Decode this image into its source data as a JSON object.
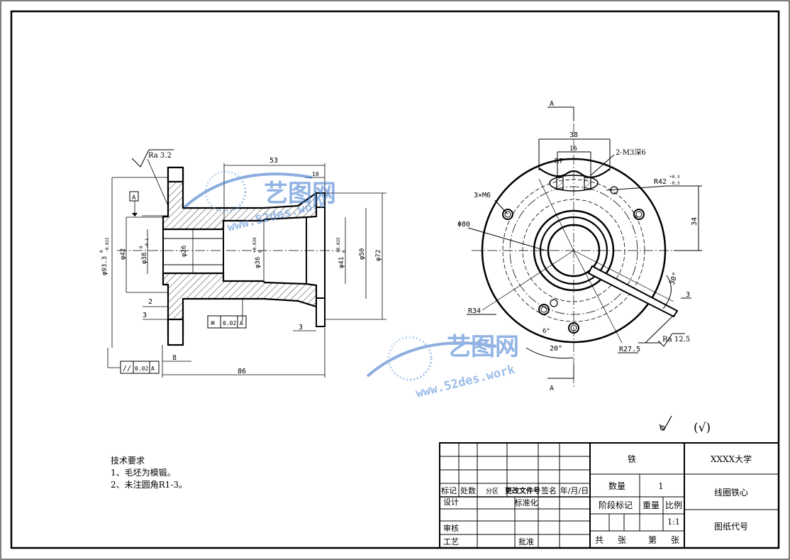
{
  "front_view": {
    "roughness_top": "Ra 3.2",
    "datum": "A",
    "dims": {
      "d53": "53",
      "d10": "10",
      "phi93": "φ93.3",
      "phi93_tol_up": "0",
      "phi93_tol_low": "-0.022",
      "phi42": "φ42",
      "phi38": "φ38",
      "phi38_tol_up": "0",
      "phi38_tol_low": "-0.1",
      "phi26": "φ26",
      "phi36": "φ36",
      "phi36_tol_up": "+0.039",
      "phi36_tol_low": "0",
      "phi41": "φ41",
      "phi41_tol_up": "+0.025",
      "phi41_tol_low": "0",
      "phi50": "φ50",
      "phi72": "φ72",
      "d2": "2",
      "d3a": "3",
      "d3b": "3",
      "d8": "8",
      "d86": "86"
    },
    "tol_sym": {
      "symbol": "≡",
      "value": "0.02",
      "datum": "A"
    },
    "tol_par": {
      "symbol": "//",
      "value": "0.02",
      "datum": "A"
    }
  },
  "side_view": {
    "section_a_top": "A",
    "section_a_bottom": "A",
    "dims": {
      "d38": "38",
      "d16": "16",
      "r7": "R7",
      "m3": "2-M3深6",
      "r42": "R42",
      "r42_tol_up": "+0.3",
      "r42_tol_low": "-0.3",
      "m6": "3×M6",
      "d34": "34",
      "phi80": "Φ80",
      "r34": "R34",
      "angle30": "30°",
      "d3": "3",
      "roughness": "Ra 12.5",
      "r27": "R27.5",
      "angle20": "20°",
      "angle_small": "6°"
    }
  },
  "surface_finish": {
    "check": "√",
    "paren_check": "(√)"
  },
  "notes": {
    "title": "技术要求",
    "line1": "1、毛坯为模锻。",
    "line2": "2、未注圆角R1-3。"
  },
  "watermark": {
    "brand": "艺图网",
    "url": "www.52des.work"
  },
  "title_block": {
    "material": "铁",
    "school": "XXXX大学",
    "qty_label": "数量",
    "qty_value": "1",
    "part_name": "线圈铁心",
    "stage_label": "阶段标记",
    "weight_label": "重量",
    "scale_label": "比例",
    "scale_value": "1:1",
    "drawing_no_label": "图纸代号",
    "total_label": "共",
    "sheet_label": "张",
    "page_label": "第",
    "sheet_label2": "张",
    "rev_mark": "标记",
    "rev_count": "处数",
    "rev_zone": "分区",
    "rev_doc": "更改文件号",
    "rev_sign": "签名",
    "rev_date": "年/月/日",
    "design": "设计",
    "standardize": "标准化",
    "review": "审核",
    "process": "工艺",
    "approve": "批准"
  }
}
